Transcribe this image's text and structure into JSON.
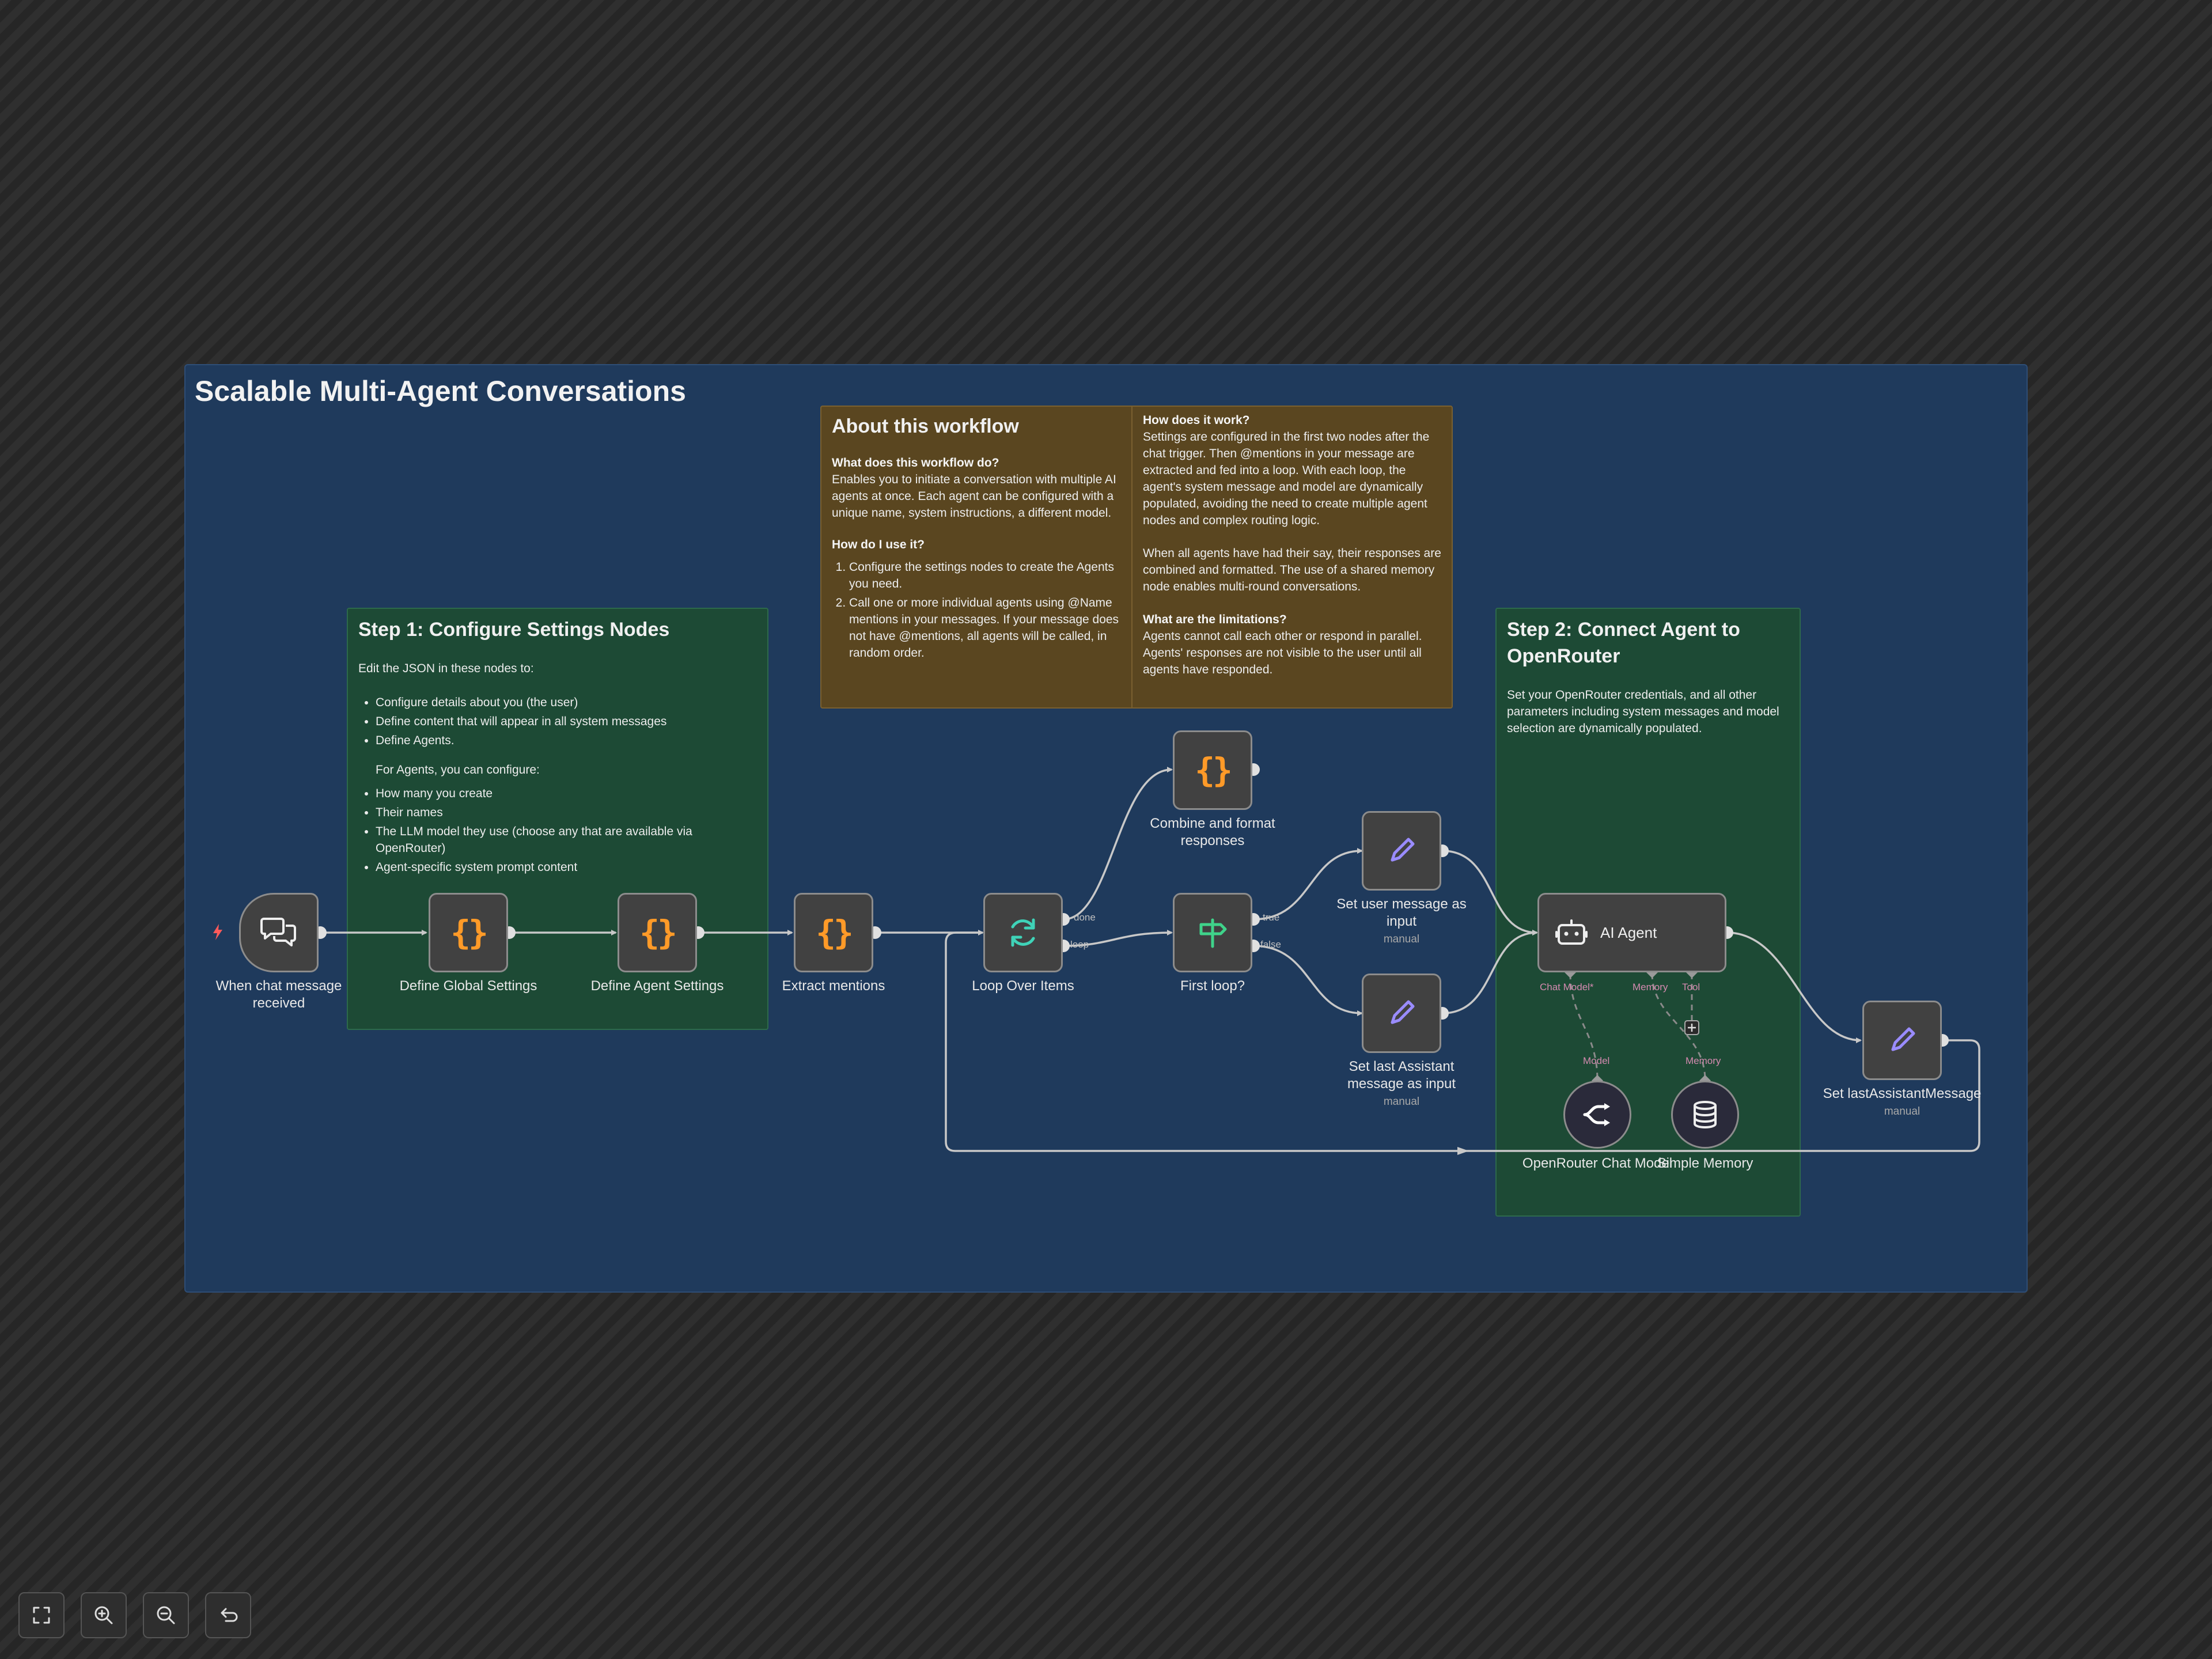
{
  "frame": {
    "title": "Scalable Multi-Agent Conversations"
  },
  "about": {
    "title": "About this workflow",
    "q1": "What does this workflow do?",
    "a1": "Enables you to initiate a conversation with multiple AI agents at once. Each agent can be configured with a unique name, system instructions, a different model.",
    "q2": "How do I use it?",
    "steps": [
      "Configure the settings nodes to create the Agents you need.",
      "Call one or more individual agents using @Name mentions in your messages. If your message does not have @mentions, all agents will be called, in random order."
    ],
    "q3": "How does it work?",
    "a3": "Settings are configured in the first two nodes after the chat trigger. Then @mentions in your message are extracted and fed into a loop. With each loop, the agent's system message and model are dynamically populated, avoiding the need to create multiple agent nodes and complex routing logic.",
    "a3b": "When all agents have had their say, their responses are combined and formatted. The use of a shared memory node enables multi-round conversations.",
    "q4": "What are the limitations?",
    "a4": "Agents cannot call each other or respond in parallel. Agents' responses are not visible to the user until all agents have responded."
  },
  "step1": {
    "title": "Step 1: Configure Settings Nodes",
    "intro": "Edit the JSON in these nodes to:",
    "items": [
      "Configure details about you (the user)",
      "Define content that will appear in all system messages",
      "Define Agents."
    ],
    "sub_intro": "For Agents, you can configure:",
    "sub_items": [
      "How many you create",
      "Their names",
      "The LLM model they use (choose any that are available via OpenRouter)",
      "Agent-specific system prompt content"
    ]
  },
  "step2": {
    "title": "Step 2: Connect Agent to OpenRouter",
    "body": "Set your OpenRouter credentials, and all other parameters including system messages and model selection are dynamically populated."
  },
  "nodes": {
    "trigger": {
      "label": "When chat message received"
    },
    "global_settings": {
      "label": "Define Global Settings"
    },
    "agent_settings": {
      "label": "Define Agent Settings"
    },
    "extract": {
      "label": "Extract mentions"
    },
    "loop": {
      "label": "Loop Over Items",
      "port_done": "done",
      "port_loop": "loop"
    },
    "combine": {
      "label": "Combine and format responses"
    },
    "first_loop": {
      "label": "First loop?",
      "port_true": "true",
      "port_false": "false"
    },
    "set_user": {
      "label": "Set user message as input",
      "sub": "manual"
    },
    "set_last": {
      "label": "Set last Assistant message as input",
      "sub": "manual"
    },
    "agent": {
      "label": "AI Agent",
      "port_chat_model": "Chat Model*",
      "port_memory": "Memory",
      "port_tool": "Tool"
    },
    "set_last_msg": {
      "label": "Set lastAssistantMessage",
      "sub": "manual"
    },
    "openrouter": {
      "label": "OpenRouter Chat Model",
      "port": "Model"
    },
    "memory": {
      "label": "Simple Memory",
      "port": "Memory"
    }
  },
  "colors": {
    "frame": "#1f3a5c",
    "sticky_green": "#1d4a35",
    "sticky_brown": "#5a4620",
    "node_bg": "#414141",
    "code_icon": "#ff9a28",
    "if_icon": "#3fd38a",
    "edit_icon": "#9a8cff",
    "trigger_bolt": "#ff5a5a",
    "connection": "#c8c8c8"
  },
  "toolbar": {
    "fit_icon": "fit-view-icon",
    "zoom_in_icon": "zoom-in-icon",
    "zoom_out_icon": "zoom-out-icon",
    "undo_icon": "undo-icon"
  }
}
